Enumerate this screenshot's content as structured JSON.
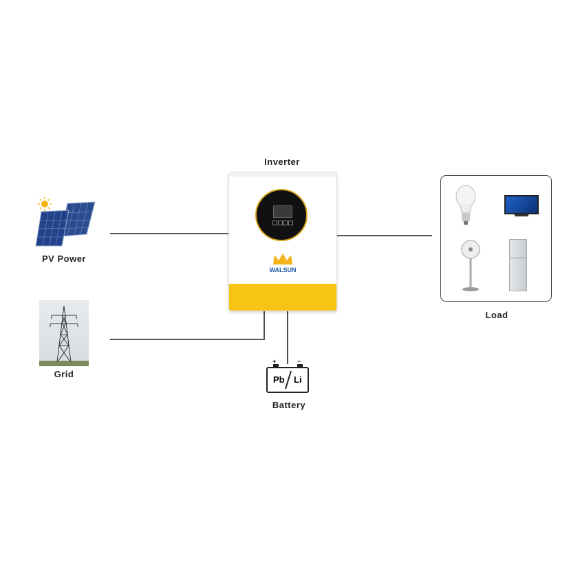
{
  "nodes": {
    "inverter": {
      "label": "Inverter",
      "brand": "WALSUN"
    },
    "pv": {
      "label": "PV Power"
    },
    "grid": {
      "label": "Grid"
    },
    "battery": {
      "label": "Battery",
      "left_text": "Pb",
      "right_text": "Li",
      "plus": "+",
      "minus": "−"
    },
    "load": {
      "label": "Load",
      "items": [
        "light-bulb-icon",
        "tv-icon",
        "fan-icon",
        "fridge-icon"
      ]
    }
  },
  "colors": {
    "inverter_yellow": "#F7C413",
    "inverter_body": "#FFFFFF",
    "display_ring": "#D9A51A",
    "wire": "#222222"
  }
}
